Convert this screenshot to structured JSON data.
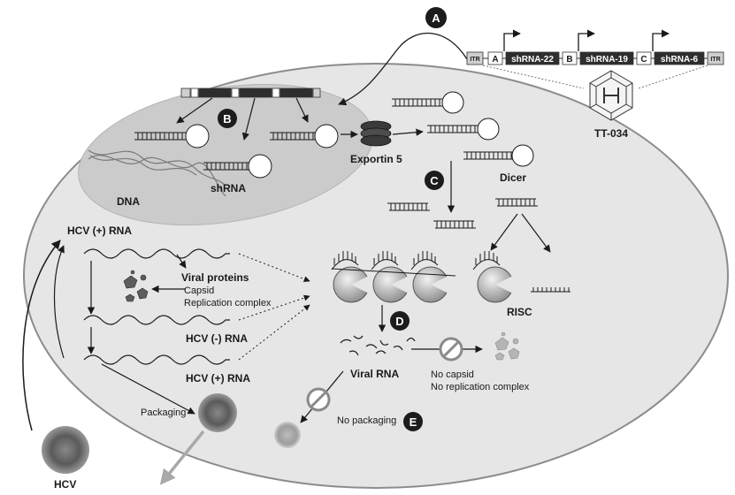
{
  "markers": {
    "a": "A",
    "b": "B",
    "c": "C",
    "d": "D",
    "e": "E"
  },
  "construct": {
    "itr_left": "ITR",
    "promoter_a": "A",
    "shrna_22": "shRNA-22",
    "promoter_b": "B",
    "shrna_19": "shRNA-19",
    "promoter_c": "C",
    "shrna_6": "shRNA-6",
    "itr_right": "ITR",
    "vector": "TT-034"
  },
  "labels": {
    "dna": "DNA",
    "shrna": "shRNA",
    "exportin": "Exportin 5",
    "dicer": "Dicer",
    "hcv_plus_top": "HCV (+) RNA",
    "viral_proteins": "Viral proteins",
    "capsid": "Capsid",
    "replication_complex": "Replication complex",
    "hcv_minus": "HCV (-) RNA",
    "hcv_plus_bottom": "HCV (+) RNA",
    "risc": "RISC",
    "viral_rna": "Viral RNA",
    "no_capsid": "No capsid",
    "no_replication_complex": "No replication complex",
    "packaging": "Packaging",
    "no_packaging": "No packaging",
    "hcv": "HCV"
  },
  "colors": {
    "cell": "#e6e6e6",
    "nucleus": "#c8c8c8",
    "marker": "#1c1c1c",
    "block_dark": "#2e2e2e",
    "block_light": "#cfcfcf",
    "arrow_grey": "#a9a9a9"
  }
}
